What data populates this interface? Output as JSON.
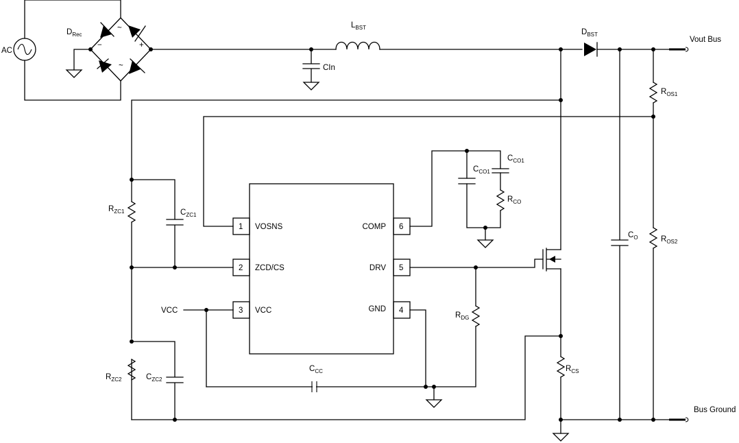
{
  "components": {
    "ac_source": "AC",
    "bridge": {
      "main": "D",
      "sub": "Rec"
    },
    "bridge_marks": {
      "tilde": "~",
      "plus": "+",
      "minus": "−"
    },
    "boost_inductor": {
      "main": "L",
      "sub": "BST"
    },
    "cin": "CIn",
    "boost_diode": {
      "main": "D",
      "sub": "BST"
    },
    "vout": "Vout Bus",
    "bus_ground": "Bus Ground",
    "ros1": {
      "main": "R",
      "sub": "OS1"
    },
    "ros2": {
      "main": "R",
      "sub": "OS2"
    },
    "co": {
      "main": "C",
      "sub": "O"
    },
    "cco1_right": {
      "main": "C",
      "sub": "CO1"
    },
    "cco1_left": {
      "main": "C",
      "sub": "CO1"
    },
    "rco": {
      "main": "R",
      "sub": "CO"
    },
    "rzc1": {
      "main": "R",
      "sub": "ZC1"
    },
    "czc1": {
      "main": "C",
      "sub": "ZC1"
    },
    "rzc2": {
      "main": "R",
      "sub": "ZC2"
    },
    "czc2": {
      "main": "C",
      "sub": "ZC2"
    },
    "vcc_net": "VCC",
    "ccc": {
      "main": "C",
      "sub": "CC"
    },
    "rdg": {
      "main": "R",
      "sub": "DG"
    },
    "rcs": {
      "main": "R",
      "sub": "CS"
    }
  },
  "ic": {
    "pins": [
      {
        "num": "1",
        "name": "VOSNS"
      },
      {
        "num": "2",
        "name": "ZCD/CS"
      },
      {
        "num": "3",
        "name": "VCC"
      },
      {
        "num": "4",
        "name": "GND"
      },
      {
        "num": "5",
        "name": "DRV"
      },
      {
        "num": "6",
        "name": "COMP"
      }
    ]
  }
}
